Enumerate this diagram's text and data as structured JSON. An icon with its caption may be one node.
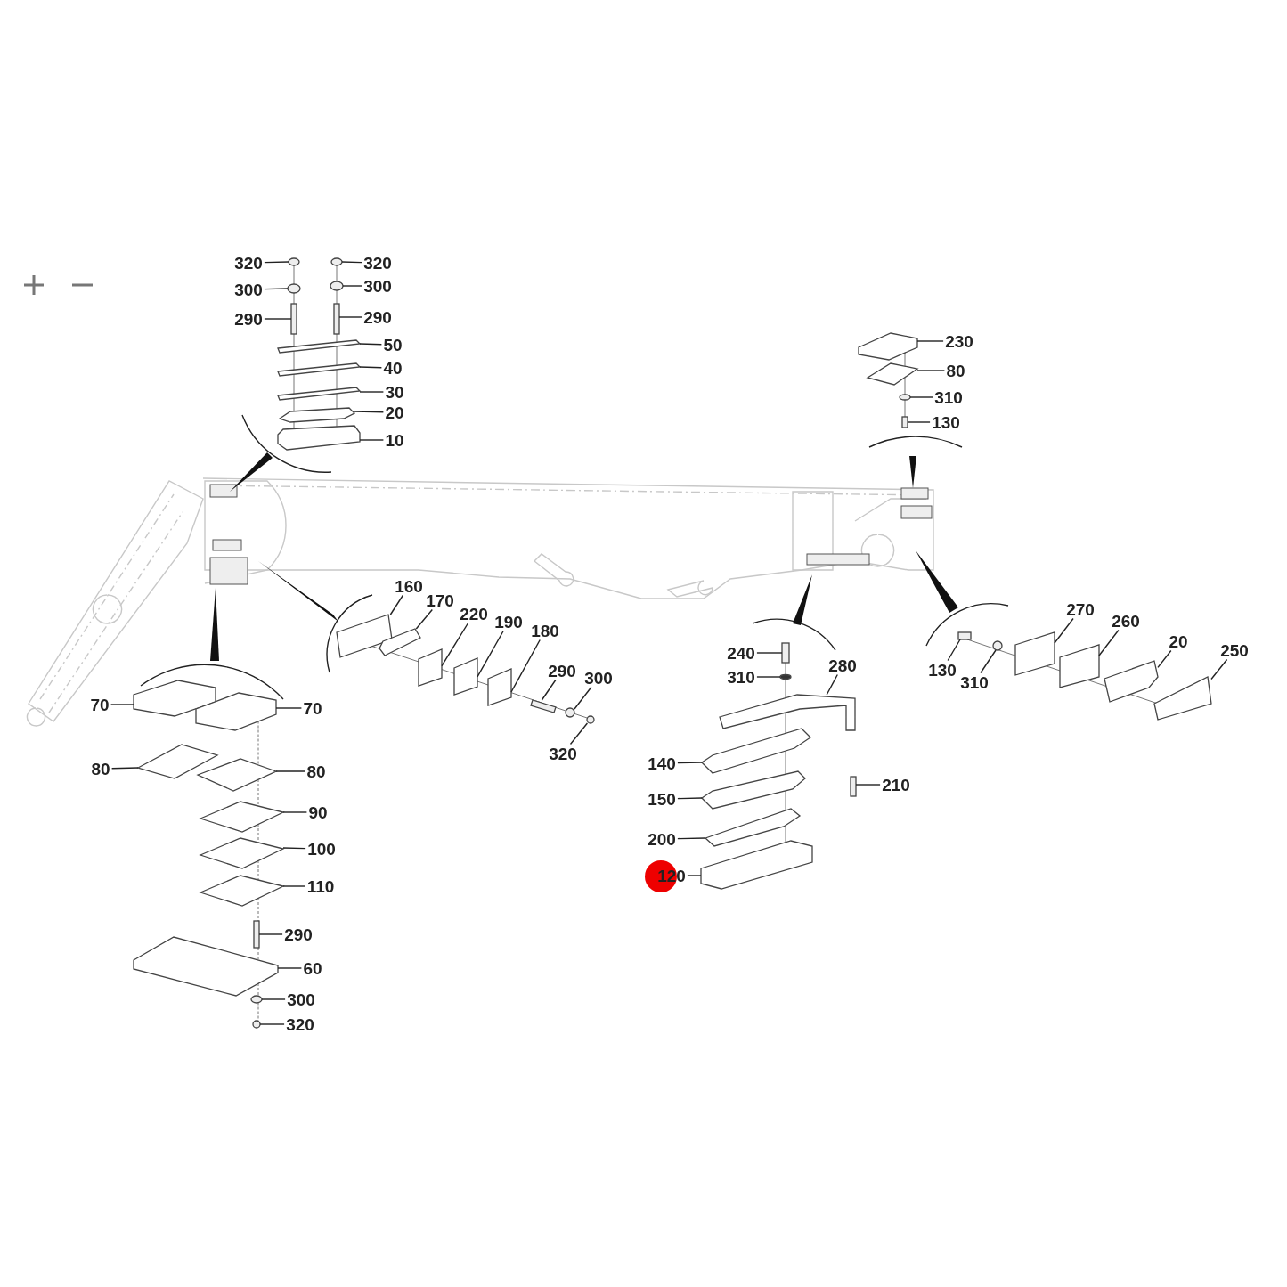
{
  "diagram": {
    "nodes": [
      {
        "text": [
          "320"
        ]
      },
      {
        "text": [
          "320"
        ]
      },
      {
        "text": [
          "300"
        ]
      },
      {
        "text": [
          "300"
        ]
      },
      {
        "text": [
          "290"
        ]
      },
      {
        "text": [
          "290"
        ]
      },
      {
        "text": [
          "50"
        ]
      },
      {
        "text": [
          "40"
        ]
      },
      {
        "text": [
          "30"
        ]
      },
      {
        "text": [
          "20"
        ]
      },
      {
        "text": [
          "10"
        ]
      },
      {
        "text": [
          "230"
        ]
      },
      {
        "text": [
          "80"
        ]
      },
      {
        "text": [
          "310"
        ]
      },
      {
        "text": [
          "130"
        ]
      },
      {
        "text": [
          "160"
        ]
      },
      {
        "text": [
          "170"
        ]
      },
      {
        "text": [
          "220"
        ]
      },
      {
        "text": [
          "190"
        ]
      },
      {
        "text": [
          "180"
        ]
      },
      {
        "text": [
          "290"
        ]
      },
      {
        "text": [
          "300"
        ]
      },
      {
        "text": [
          "320"
        ]
      },
      {
        "text": [
          "70"
        ]
      },
      {
        "text": [
          "70"
        ]
      },
      {
        "text": [
          "80"
        ]
      },
      {
        "text": [
          "80"
        ]
      },
      {
        "text": [
          "90"
        ]
      },
      {
        "text": [
          "100"
        ]
      },
      {
        "text": [
          "110"
        ]
      },
      {
        "text": [
          "290"
        ]
      },
      {
        "text": [
          "60"
        ]
      },
      {
        "text": [
          "300"
        ]
      },
      {
        "text": [
          "320"
        ]
      },
      {
        "text": [
          "240"
        ]
      },
      {
        "text": [
          "310"
        ]
      },
      {
        "text": [
          "280"
        ]
      },
      {
        "text": [
          "140"
        ]
      },
      {
        "text": [
          "150"
        ]
      },
      {
        "text": [
          "200"
        ]
      },
      {
        "text": [
          "120"
        ]
      },
      {
        "text": [
          "210"
        ]
      },
      {
        "text": [
          "270"
        ]
      },
      {
        "text": [
          "260"
        ]
      },
      {
        "text": [
          "20"
        ]
      },
      {
        "text": [
          "250"
        ]
      },
      {
        "text": [
          "130"
        ]
      },
      {
        "text": [
          "310"
        ]
      },
      {
        "text": [],
        "shape": "nut"
      },
      {
        "text": [],
        "shape": "nut"
      },
      {
        "text": [],
        "shape": "washer"
      },
      {
        "text": [],
        "shape": "washer"
      },
      {
        "text": [],
        "shape": "pin"
      },
      {
        "text": [],
        "shape": "pin"
      },
      {
        "text": [],
        "shape": "plate"
      },
      {
        "text": [],
        "shape": "plate"
      },
      {
        "text": [],
        "shape": "plate"
      },
      {
        "text": [],
        "shape": "plate"
      },
      {
        "text": [],
        "shape": "block"
      },
      {
        "text": [],
        "shape": "block"
      },
      {
        "text": [],
        "shape": "plate"
      },
      {
        "text": [],
        "shape": "washer"
      },
      {
        "text": [],
        "shape": "bolt"
      },
      {
        "text": [],
        "shape": "block"
      },
      {
        "text": [],
        "shape": "plate"
      },
      {
        "text": [],
        "shape": "plate"
      },
      {
        "text": [],
        "shape": "plate"
      },
      {
        "text": [],
        "shape": "plate"
      },
      {
        "text": [],
        "shape": "pin"
      },
      {
        "text": [],
        "shape": "washer"
      },
      {
        "text": [],
        "shape": "nut"
      },
      {
        "text": [],
        "shape": "block"
      },
      {
        "text": [],
        "shape": "block"
      },
      {
        "text": [],
        "shape": "plate"
      },
      {
        "text": [],
        "shape": "plate"
      },
      {
        "text": [],
        "shape": "plate"
      },
      {
        "text": [],
        "shape": "plate"
      },
      {
        "text": [],
        "shape": "plate"
      },
      {
        "text": [],
        "shape": "pin"
      },
      {
        "text": [],
        "shape": "plate"
      },
      {
        "text": [],
        "shape": "washer"
      },
      {
        "text": [],
        "shape": "nut"
      },
      {
        "text": [],
        "shape": "bolt"
      },
      {
        "text": [],
        "shape": "washer"
      },
      {
        "text": [],
        "shape": "bracket"
      },
      {
        "text": [],
        "shape": "plate"
      },
      {
        "text": [],
        "shape": "plate"
      },
      {
        "text": [],
        "shape": "plate"
      },
      {
        "text": [],
        "shape": "block"
      },
      {
        "text": [],
        "shape": "bolt"
      },
      {
        "text": [],
        "shape": "plate"
      },
      {
        "text": [],
        "shape": "plate"
      },
      {
        "text": [],
        "shape": "plate"
      },
      {
        "text": [],
        "shape": "block"
      },
      {
        "text": [],
        "shape": "bolt"
      },
      {
        "text": [],
        "shape": "washer"
      }
    ],
    "edges": [
      {
        "from": 0,
        "to": 48,
        "arrow": "none"
      },
      {
        "from": 1,
        "to": 49,
        "arrow": "none"
      },
      {
        "from": 2,
        "to": 50,
        "arrow": "none"
      },
      {
        "from": 3,
        "to": 51,
        "arrow": "none"
      },
      {
        "from": 4,
        "to": 52,
        "arrow": "none"
      },
      {
        "from": 5,
        "to": 53,
        "arrow": "none"
      },
      {
        "from": 6,
        "to": 54,
        "arrow": "none"
      },
      {
        "from": 7,
        "to": 55,
        "arrow": "none"
      },
      {
        "from": 8,
        "to": 56,
        "arrow": "none"
      },
      {
        "from": 9,
        "to": 57,
        "arrow": "none"
      },
      {
        "from": 10,
        "to": 58,
        "arrow": "none"
      },
      {
        "from": 11,
        "to": 59,
        "arrow": "none"
      },
      {
        "from": 12,
        "to": 60,
        "arrow": "none"
      },
      {
        "from": 13,
        "to": 61,
        "arrow": "none"
      },
      {
        "from": 14,
        "to": 62,
        "arrow": "none"
      },
      {
        "from": 15,
        "to": 63,
        "arrow": "none"
      },
      {
        "from": 16,
        "to": 64,
        "arrow": "none"
      },
      {
        "from": 17,
        "to": 65,
        "arrow": "none"
      },
      {
        "from": 18,
        "to": 66,
        "arrow": "none"
      },
      {
        "from": 19,
        "to": 67,
        "arrow": "none"
      },
      {
        "from": 20,
        "to": 68,
        "arrow": "none"
      },
      {
        "from": 21,
        "to": 69,
        "arrow": "none"
      },
      {
        "from": 22,
        "to": 70,
        "arrow": "none"
      },
      {
        "from": 23,
        "to": 71,
        "arrow": "none"
      },
      {
        "from": 24,
        "to": 72,
        "arrow": "none"
      },
      {
        "from": 25,
        "to": 73,
        "arrow": "none"
      },
      {
        "from": 26,
        "to": 74,
        "arrow": "none"
      },
      {
        "from": 27,
        "to": 75,
        "arrow": "none"
      },
      {
        "from": 28,
        "to": 76,
        "arrow": "none"
      },
      {
        "from": 29,
        "to": 77,
        "arrow": "none"
      },
      {
        "from": 30,
        "to": 78,
        "arrow": "none"
      },
      {
        "from": 31,
        "to": 79,
        "arrow": "none"
      },
      {
        "from": 32,
        "to": 80,
        "arrow": "none"
      },
      {
        "from": 33,
        "to": 81,
        "arrow": "none"
      },
      {
        "from": 34,
        "to": 82,
        "arrow": "none"
      },
      {
        "from": 35,
        "to": 83,
        "arrow": "none"
      },
      {
        "from": 36,
        "to": 84,
        "arrow": "none"
      },
      {
        "from": 37,
        "to": 85,
        "arrow": "none"
      },
      {
        "from": 38,
        "to": 86,
        "arrow": "none"
      },
      {
        "from": 39,
        "to": 87,
        "arrow": "none"
      },
      {
        "from": 40,
        "to": 88,
        "arrow": "none"
      },
      {
        "from": 41,
        "to": 89,
        "arrow": "none"
      },
      {
        "from": 42,
        "to": 90,
        "arrow": "none"
      },
      {
        "from": 43,
        "to": 91,
        "arrow": "none"
      },
      {
        "from": 44,
        "to": 92,
        "arrow": "none"
      },
      {
        "from": 45,
        "to": 93,
        "arrow": "none"
      },
      {
        "from": 46,
        "to": 94,
        "arrow": "none"
      },
      {
        "from": 47,
        "to": 95,
        "arrow": "none"
      },
      {
        "from": 48,
        "to": 50,
        "arrow": "none"
      },
      {
        "from": 50,
        "to": 52,
        "arrow": "none"
      },
      {
        "from": 52,
        "to": 54,
        "arrow": "none"
      },
      {
        "from": 54,
        "to": 55,
        "arrow": "none"
      },
      {
        "from": 55,
        "to": 56,
        "arrow": "none"
      },
      {
        "from": 56,
        "to": 57,
        "arrow": "none"
      },
      {
        "from": 57,
        "to": 58,
        "arrow": "none"
      },
      {
        "from": 49,
        "to": 51,
        "arrow": "none"
      },
      {
        "from": 51,
        "to": 53,
        "arrow": "none"
      },
      {
        "from": 53,
        "to": 54,
        "arrow": "none"
      },
      {
        "from": 54,
        "to": 55,
        "arrow": "none"
      },
      {
        "from": 55,
        "to": 56,
        "arrow": "none"
      },
      {
        "from": 56,
        "to": 57,
        "arrow": "none"
      },
      {
        "from": 57,
        "to": 58,
        "arrow": "none"
      },
      {
        "from": 59,
        "to": 60,
        "arrow": "none"
      },
      {
        "from": 60,
        "to": 61,
        "arrow": "none"
      },
      {
        "from": 61,
        "to": 62,
        "arrow": "none"
      },
      {
        "from": 63,
        "to": 64,
        "arrow": "none"
      },
      {
        "from": 64,
        "to": 65,
        "arrow": "none"
      },
      {
        "from": 65,
        "to": 66,
        "arrow": "none"
      },
      {
        "from": 66,
        "to": 67,
        "arrow": "none"
      },
      {
        "from": 67,
        "to": 68,
        "arrow": "none"
      },
      {
        "from": 68,
        "to": 69,
        "arrow": "none"
      },
      {
        "from": 69,
        "to": 70,
        "arrow": "none"
      },
      {
        "from": 72,
        "to": 74,
        "arrow": "none",
        "style": "dashed"
      },
      {
        "from": 74,
        "to": 75,
        "arrow": "none",
        "style": "dashed"
      },
      {
        "from": 75,
        "to": 76,
        "arrow": "none",
        "style": "dashed"
      },
      {
        "from": 76,
        "to": 77,
        "arrow": "none",
        "style": "dashed"
      },
      {
        "from": 77,
        "to": 78,
        "arrow": "none",
        "style": "dashed"
      },
      {
        "from": 78,
        "to": 79,
        "arrow": "none",
        "style": "dashed"
      },
      {
        "from": 79,
        "to": 80,
        "arrow": "none",
        "style": "dashed"
      },
      {
        "from": 80,
        "to": 81,
        "arrow": "none",
        "style": "dashed"
      },
      {
        "from": 82,
        "to": 83,
        "arrow": "none"
      },
      {
        "from": 83,
        "to": 84,
        "arrow": "none"
      },
      {
        "from": 84,
        "to": 85,
        "arrow": "none"
      },
      {
        "from": 85,
        "to": 86,
        "arrow": "none"
      },
      {
        "from": 86,
        "to": 87,
        "arrow": "none"
      },
      {
        "from": 87,
        "to": 88,
        "arrow": "none"
      },
      {
        "from": 94,
        "to": 95,
        "arrow": "none"
      },
      {
        "from": 95,
        "to": 90,
        "arrow": "none"
      },
      {
        "from": 90,
        "to": 91,
        "arrow": "none"
      },
      {
        "from": 91,
        "to": 92,
        "arrow": "none"
      },
      {
        "from": 92,
        "to": 93,
        "arrow": "none"
      }
    ]
  }
}
